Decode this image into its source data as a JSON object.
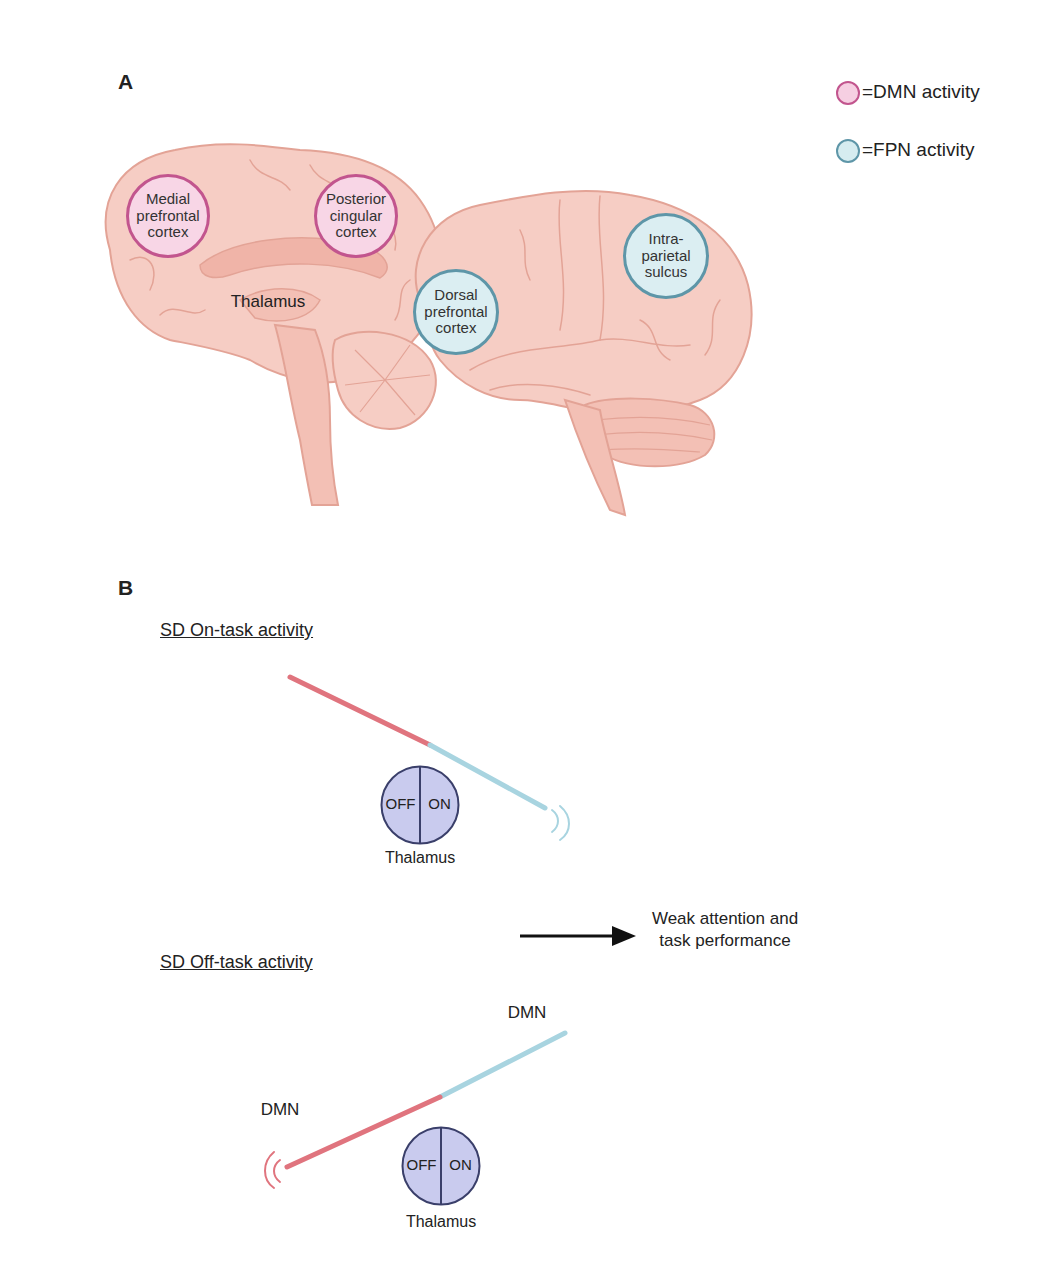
{
  "diagram": {
    "nodes": [
      {
        "text": [
          "Medial prefrontal cortex"
        ]
      },
      {
        "text": [
          "Posterior cingular cortex"
        ]
      },
      {
        "text": [
          "Dorsal prefrontal cortex"
        ]
      },
      {
        "text": [
          "Intra-parietal sulcus"
        ]
      },
      {
        "text": [
          "OFF",
          "ON",
          "Thalamus"
        ]
      },
      {
        "text": [
          "OFF",
          "ON",
          "Thalamus"
        ]
      }
    ],
    "labels": [
      "A",
      "Thalamus",
      "B",
      "SD On-task activity",
      "SD Off-task activity",
      "Weak attention and task performance",
      "DMN",
      "DMN"
    ],
    "legend": [
      {
        "text": "=DMN activity",
        "color": "#f6cfe2"
      },
      {
        "text": "=FPN activity",
        "color": "#d6ecf0"
      }
    ]
  }
}
